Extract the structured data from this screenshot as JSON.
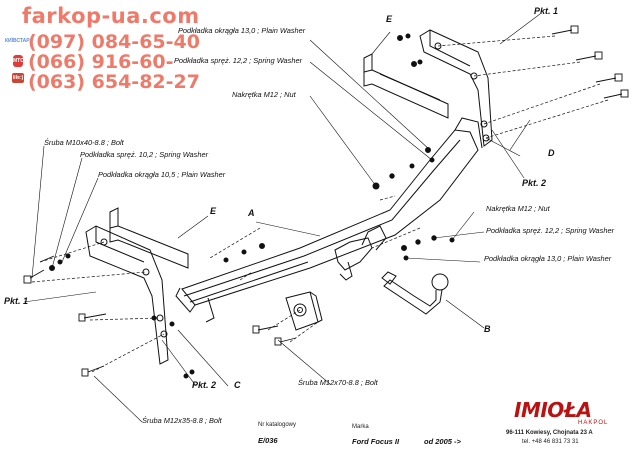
{
  "watermark": {
    "site": "farkop-ua.com",
    "phones": [
      "(097) 084-65-40",
      "(066) 916-60-",
      "(063) 654-82-27"
    ],
    "operators": [
      "КИЇВСТАР",
      "МТС",
      "life:)"
    ]
  },
  "labels": {
    "washer13_top": "Podkładka okrągła 13,0 ; Plain Washer",
    "spring12_top": "Podkładka spręż. 12,2 ; Spring Washer",
    "nut_top": "Nakrętka M12 ; Nut",
    "bolt_m10": "Śruba M10x40-8.8 ; Bolt",
    "spring10": "Podkładka spręż. 10,2 ; Spring Washer",
    "washer105": "Podkładka okrągła 10,5 ; Plain Washer",
    "nut_right": "Nakrętka M12 ; Nut",
    "spring12_right": "Podkładka spręż. 12,2 ; Spring Washer",
    "washer13_right": "Podkładka okrągła 13,0 ; Plain Washer",
    "bolt_m12x70": "Śruba M12x70-8.8 ; Bolt",
    "bolt_m12x35": "Śruba M12x35-8.8 ; Bolt"
  },
  "tags": {
    "E_top": "E",
    "pkt1_top": "Pkt. 1",
    "D": "D",
    "pkt2_right": "Pkt. 2",
    "A": "A",
    "E_left": "E",
    "pkt1_left": "Pkt. 1",
    "pkt2_bottom": "Pkt. 2",
    "C": "C",
    "B": "B"
  },
  "footer": {
    "catalog_label": "Nr katalogowy",
    "catalog_value": "E/036",
    "brand_label": "Marka",
    "brand_value": "Ford Focus II",
    "year_value": "od 2005 ->",
    "company": "IMIOŁA",
    "company_sub": "HAKPOL",
    "address": "96-111 Kowiesy, Chojnata 23 A",
    "phone": "tel. +48 46 831 73 31"
  },
  "colors": {
    "watermark": "#f07a6a",
    "ink": "#111111",
    "logo": "#b11111"
  }
}
